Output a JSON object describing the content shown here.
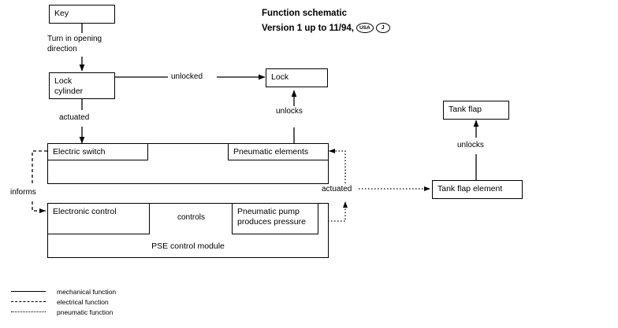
{
  "diagram": {
    "title_line1": "Function schematic",
    "title_line2": "Version 1 up to 11/94,",
    "badges": [
      {
        "name": "usa-badge",
        "label": "USA"
      },
      {
        "name": "japan-badge",
        "label": "J"
      }
    ],
    "nodes": {
      "key": "Key",
      "lock_cylinder_line1": "Lock",
      "lock_cylinder_line2": "cylinder",
      "lock": "Lock",
      "electric_switch": "Electric switch",
      "pneumatic_elements": "Pneumatic elements",
      "electronic_control": "Electronic control",
      "pneumatic_pump_line1": "Pneumatic pump",
      "pneumatic_pump_line2": "produces pressure",
      "pse_control_module": "PSE control module",
      "tank_flap": "Tank flap",
      "tank_flap_element": "Tank flap element"
    },
    "edge_labels": {
      "turn_line1": "Turn in opening",
      "turn_line2": "direction",
      "unlocked": "unlocked",
      "unlocks_lock": "unlocks",
      "actuated_switch": "actuated",
      "informs": "informs",
      "controls": "controls",
      "actuated_pneumatic": "actuated",
      "unlocks_tankflap": "unlocks"
    },
    "legend": [
      {
        "style": "solid",
        "label": "mechanical function"
      },
      {
        "style": "dashed",
        "label": "electrical  function"
      },
      {
        "style": "dotted",
        "label": "pneumatic function"
      }
    ],
    "colors": {
      "line": "#000000",
      "background": "#ffffff"
    }
  }
}
